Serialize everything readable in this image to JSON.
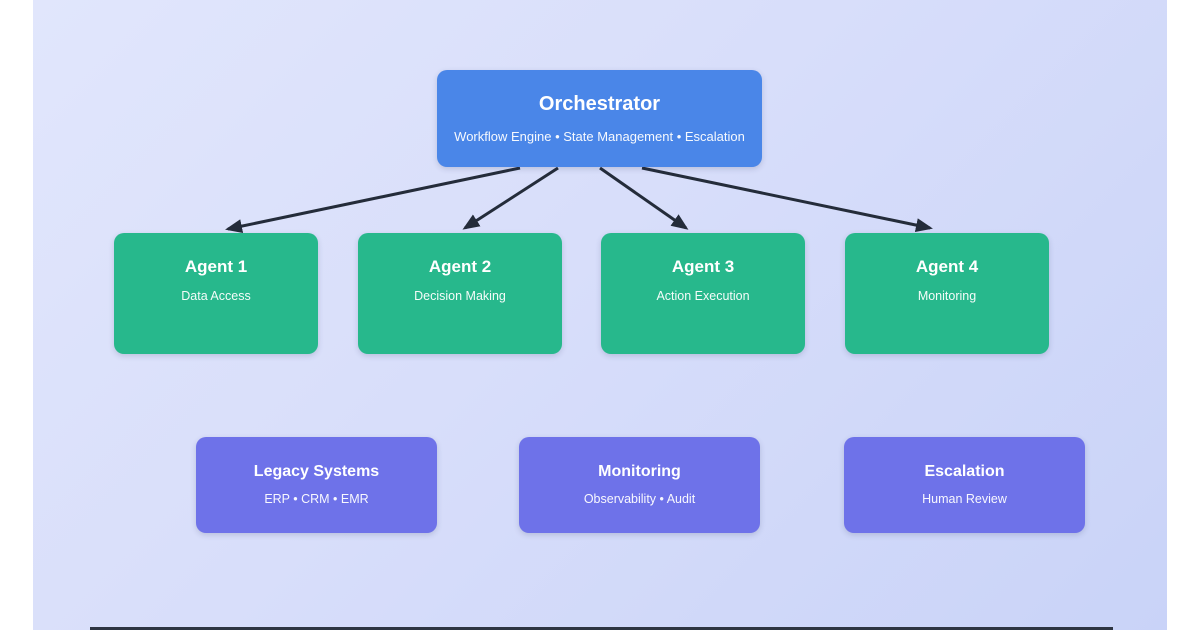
{
  "diagram": {
    "orchestrator": {
      "title": "Orchestrator",
      "subtitle": "Workflow Engine • State Management • Escalation"
    },
    "agents": [
      {
        "title": "Agent 1",
        "subtitle": "Data Access"
      },
      {
        "title": "Agent 2",
        "subtitle": "Decision Making"
      },
      {
        "title": "Agent 3",
        "subtitle": "Action Execution"
      },
      {
        "title": "Agent 4",
        "subtitle": "Monitoring"
      }
    ],
    "systems": [
      {
        "title": "Legacy Systems",
        "subtitle": "ERP • CRM • EMR"
      },
      {
        "title": "Monitoring",
        "subtitle": "Observability • Audit"
      },
      {
        "title": "Escalation",
        "subtitle": "Human Review"
      }
    ],
    "colors": {
      "orchestrator_fill": "#4a86e8",
      "agent_fill": "#27b88c",
      "system_fill": "#6e72e9",
      "arrow": "#242c3a",
      "background_start": "#e1e6fc",
      "background_end": "#c9d3f8",
      "text": "#ffffff"
    }
  }
}
